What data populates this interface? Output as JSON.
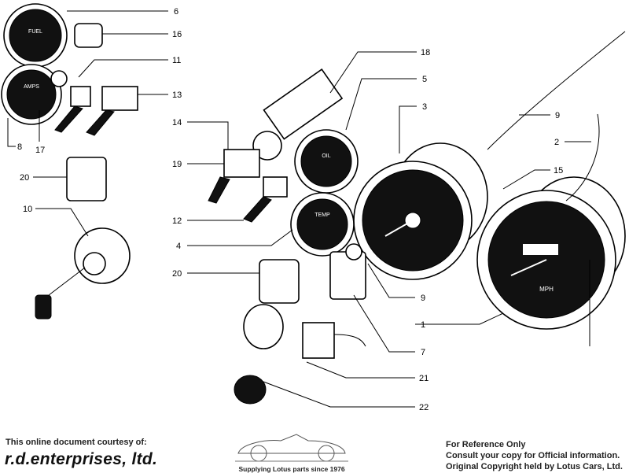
{
  "callouts": {
    "c6": "6",
    "c16": "16",
    "c11": "11",
    "c13": "13",
    "c8": "8",
    "c17": "17",
    "c20a": "20",
    "c10": "10",
    "c18": "18",
    "c5": "5",
    "c3": "3",
    "c14": "14",
    "c19": "19",
    "c9a": "9",
    "c2": "2",
    "c15": "15",
    "c12": "12",
    "c4": "4",
    "c20b": "20",
    "c9b": "9",
    "c1": "1",
    "c7": "7",
    "c21": "21",
    "c22": "22"
  },
  "gauge_faces": {
    "fuel": "FUEL",
    "amps": "AMPS",
    "oil": "OIL",
    "temp": "TEMP",
    "mph": "MPH"
  },
  "footer": {
    "courtesy": "This online document courtesy of:",
    "brand": "r.d.enterprises, ltd.",
    "tagline": "Supplying Lotus parts since 1976",
    "notice_1": "For Reference Only",
    "notice_2": "Consult your copy for Official information.",
    "notice_3": "Original Copyright held by Lotus Cars, Ltd."
  }
}
